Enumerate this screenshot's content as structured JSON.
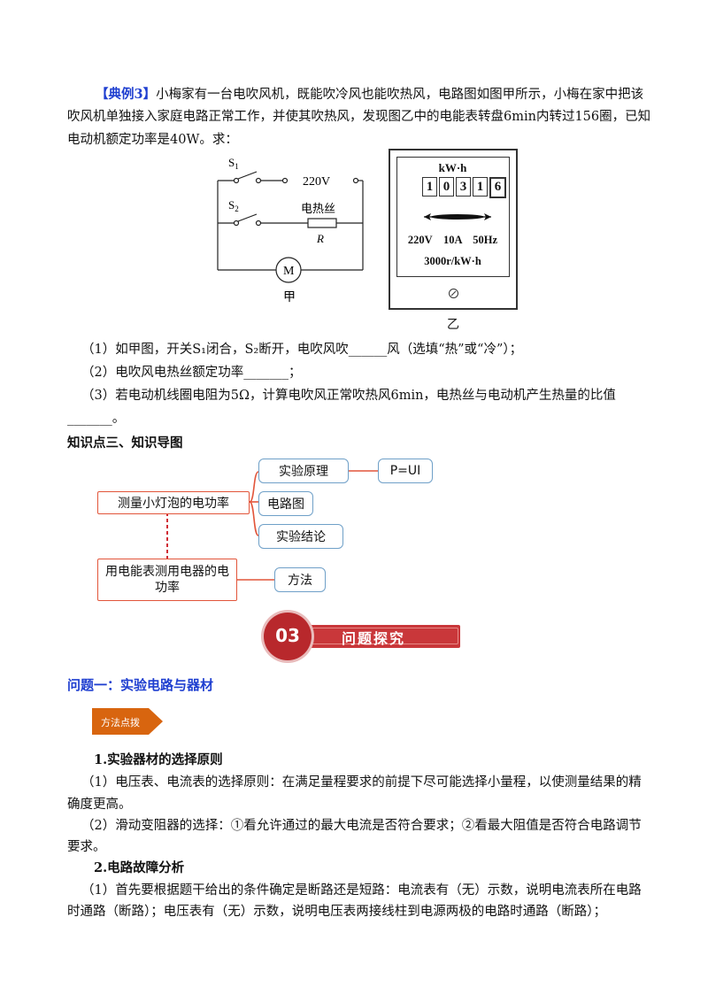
{
  "example": {
    "tag": "【典例3】",
    "line1": "小梅家有一台电吹风机，既能吹冷风也能吹热风，电路图如图甲所示，小梅在家中把该",
    "line2": "吹风机单独接入家庭电路正常工作，并使其吹热风，发现图乙中的电能表转盘6min内转过156圈，已知",
    "line3": "电动机额定功率是40W。求："
  },
  "circuit": {
    "s1": "S",
    "s1_sub": "1",
    "s2": "S",
    "s2_sub": "2",
    "voltage": "220V",
    "heater_label": "电热丝",
    "resistor": "R",
    "motor": "M",
    "caption": "甲"
  },
  "meter": {
    "unit": "kW·h",
    "digits": [
      "1",
      "0",
      "3",
      "1",
      "6"
    ],
    "ratings": "220V    10A    50Hz",
    "constant": "3000r/kW·h",
    "caption": "乙"
  },
  "questions": {
    "q1": "（1）如甲图，开关S₁闭合，S₂断开，电吹风吹______风（选填“热”或“冷”）；",
    "q2": "（2）电吹风电热丝额定功率_______；",
    "q3a": "（3）若电动机线圈电阻为5Ω，计算电吹风正常吹热风6min，电热丝与电动机产生热量的比值",
    "q3b": "_______。"
  },
  "knowledge": {
    "title": "知识点三、知识导图",
    "root1": "测量小灯泡的电功率",
    "root2": "用电能表测用电器的电功率",
    "branch1": "实验原理",
    "branch1_leaf": "P=UI",
    "branch2": "电路图",
    "branch3": "实验结论",
    "branch4": "方法"
  },
  "section": {
    "number": "03",
    "title": "问题探究"
  },
  "problem1": {
    "title": "问题一：实验电路与器材",
    "tip": "方法点拨",
    "h1": "1.实验器材的选择原则",
    "p1a": "（1）电压表、电流表的选择原则：在满足量程要求的前提下尽可能选择小量程，以使测量结果的精",
    "p1b": "确度更高。",
    "p2a": "（2）滑动变阻器的选择：①看允许通过的最大电流是否符合要求；②看最大阻值是否符合电路调节",
    "p2b": "要求。",
    "h2": "2.电路故障分析",
    "p3a": "（1）首先要根据题干给出的条件确定是断路还是短路：电流表有（无）示数，说明电流表所在电路",
    "p3b": "时通路（断路）；电压表有（无）示数，说明电压表两接线柱到电源两极的电路时通路（断路）；"
  },
  "colors": {
    "accent_blue": "#1f3fd0",
    "mindmap_red": "#e2553a",
    "mindmap_blue": "#6fa0c8",
    "badge_red": "#c9373a",
    "arrow_orange": "#d8650f"
  }
}
